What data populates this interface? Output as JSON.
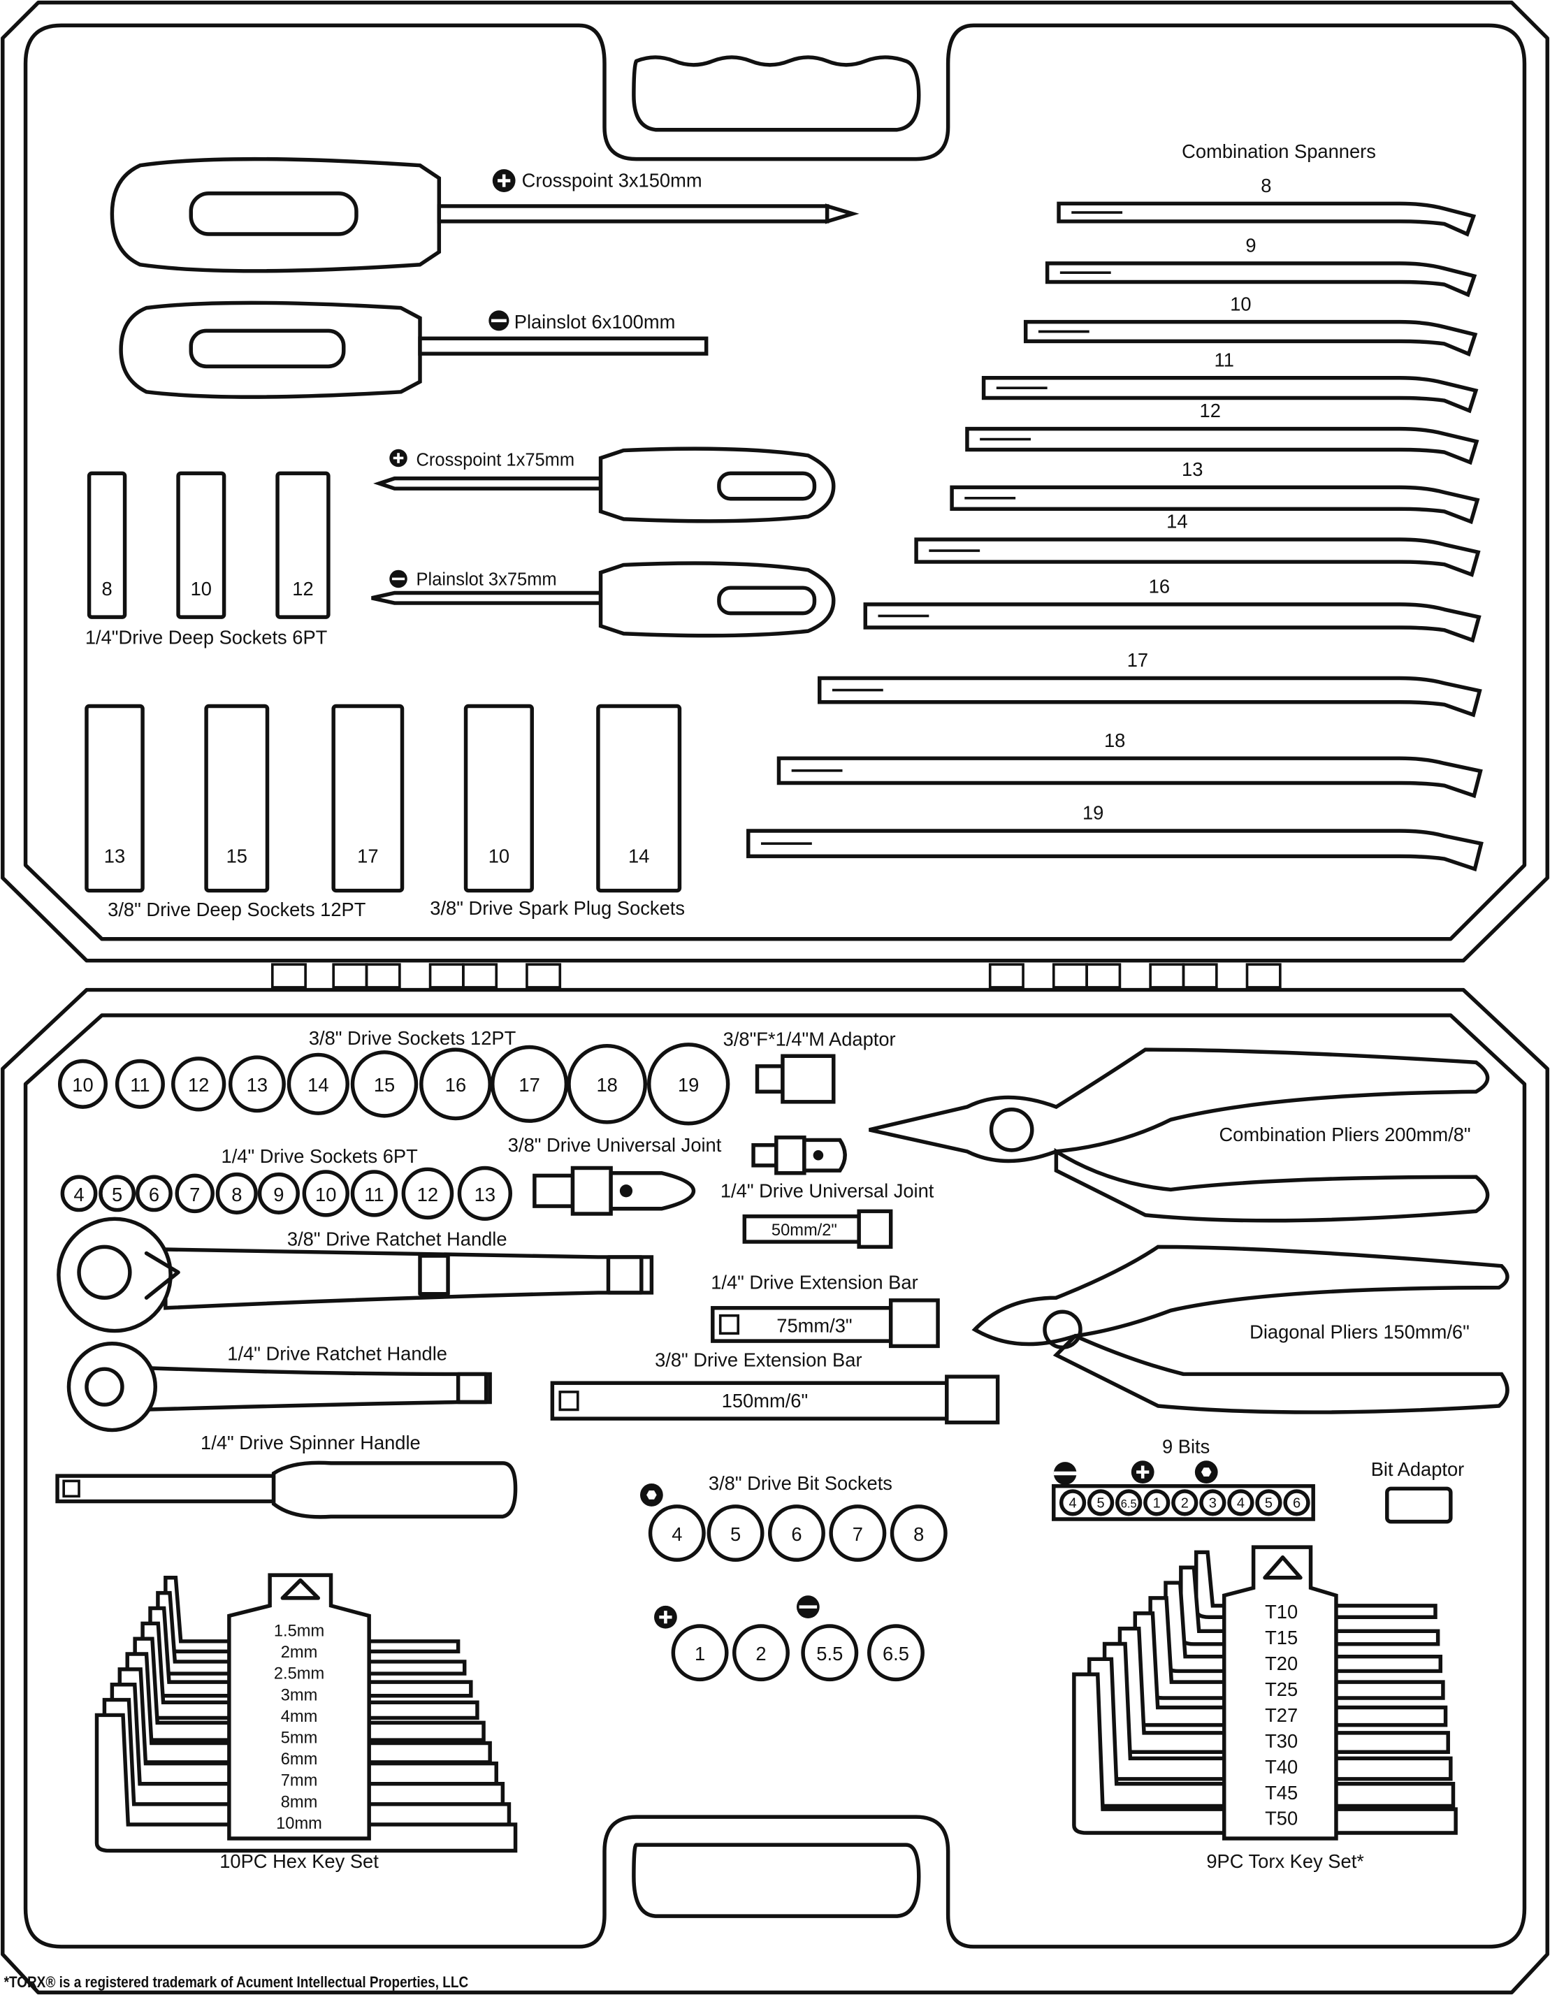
{
  "spanners": {
    "title": "Combination Spanners",
    "sizes": [
      "8",
      "9",
      "10",
      "11",
      "12",
      "13",
      "14",
      "16",
      "17",
      "18",
      "19"
    ]
  },
  "screwdrivers": [
    {
      "label": "Crosspoint 3x150mm",
      "tip": "cross"
    },
    {
      "label": "Plainslot 6x100mm",
      "tip": "slot"
    },
    {
      "label": "Crosspoint 1x75mm",
      "tip": "cross"
    },
    {
      "label": "Plainslot 3x75mm",
      "tip": "slot"
    }
  ],
  "deep_sockets_quarter": {
    "label": "1/4\"Drive Deep  Sockets 6PT",
    "sizes": [
      "8",
      "10",
      "12"
    ]
  },
  "deep_sockets_38": {
    "label": "3/8\" Drive Deep Sockets 12PT",
    "sizes": [
      "13",
      "15",
      "17"
    ]
  },
  "spark_plug": {
    "label": "3/8\" Drive Spark Plug Sockets",
    "sizes": [
      "10",
      "14"
    ]
  },
  "sockets_38": {
    "label": "3/8\" Drive Sockets 12PT",
    "sizes": [
      "10",
      "11",
      "12",
      "13",
      "14",
      "15",
      "16",
      "17",
      "18",
      "19"
    ]
  },
  "sockets_14": {
    "label": "1/4\" Drive Sockets 6PT",
    "sizes": [
      "4",
      "5",
      "6",
      "7",
      "8",
      "9",
      "10",
      "11",
      "12",
      "13"
    ]
  },
  "ratchet_38": "3/8\" Drive Ratchet Handle",
  "ratchet_14": "1/4\" Drive Ratchet Handle",
  "spinner": "1/4\" Drive Spinner Handle",
  "adaptor": "3/8\"F*1/4\"M Adaptor",
  "uj_38": "3/8\" Drive Universal Joint",
  "uj_14": "1/4\" Drive Universal Joint",
  "ext_50": "50mm/2\"",
  "ext_14": {
    "label": "1/4\" Drive Extension Bar",
    "size": "75mm/3\""
  },
  "ext_38": {
    "label": "3/8\" Drive Extension Bar",
    "size": "150mm/6\""
  },
  "pliers_comb": "Combination Pliers 200mm/8\"",
  "pliers_diag": "Diagonal Pliers 150mm/6\"",
  "bit_sockets": {
    "label": "3/8\" Drive Bit Sockets",
    "hex": [
      "4",
      "5",
      "6",
      "7",
      "8"
    ],
    "cross": [
      "1",
      "2"
    ],
    "slot": [
      "5.5",
      "6.5"
    ]
  },
  "bits": {
    "label": "9 Bits",
    "sizes": [
      "4",
      "5",
      "6.5",
      "1",
      "2",
      "3",
      "4",
      "5",
      "6"
    ]
  },
  "bit_adaptor": "Bit Adaptor",
  "hex_keys": {
    "label": "10PC Hex Key Set",
    "sizes": [
      "1.5mm",
      "2mm",
      "2.5mm",
      "3mm",
      "4mm",
      "5mm",
      "6mm",
      "7mm",
      "8mm",
      "10mm"
    ]
  },
  "torx_keys": {
    "label": "9PC Torx Key Set*",
    "sizes": [
      "T10",
      "T15",
      "T20",
      "T25",
      "T27",
      "T30",
      "T40",
      "T45",
      "T50"
    ]
  },
  "footer": "*TORX® is a registered trademark of Acument Intellectual Properties, LLC"
}
